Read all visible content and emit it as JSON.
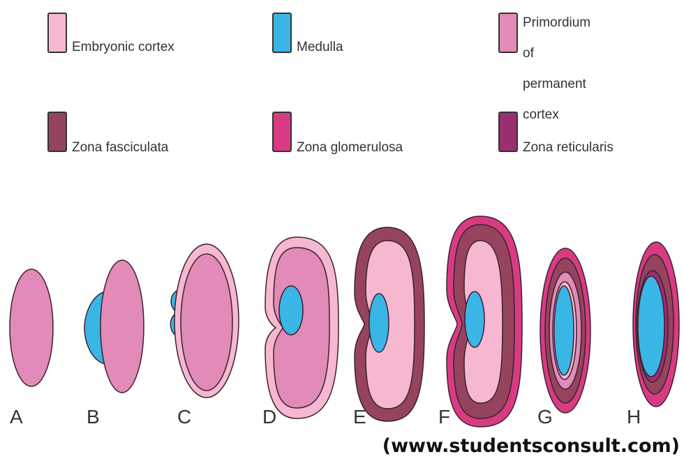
{
  "legend": [
    {
      "label": "Embryonic cortex",
      "color": "#f6b8d0"
    },
    {
      "label": "Medulla",
      "color": "#3ab6e6"
    },
    {
      "label": "Primordium of\npermanent cortex",
      "color": "#e28ab8"
    },
    {
      "label": "Zona fasciculata",
      "color": "#96445e"
    },
    {
      "label": "Zona glomerulosa",
      "color": "#d83b82"
    },
    {
      "label": "Zona reticularis",
      "color": "#9c2e72"
    }
  ],
  "stages": [
    "A",
    "B",
    "C",
    "D",
    "E",
    "F",
    "G",
    "H"
  ],
  "credit": "(www.studentsconsult.com)"
}
